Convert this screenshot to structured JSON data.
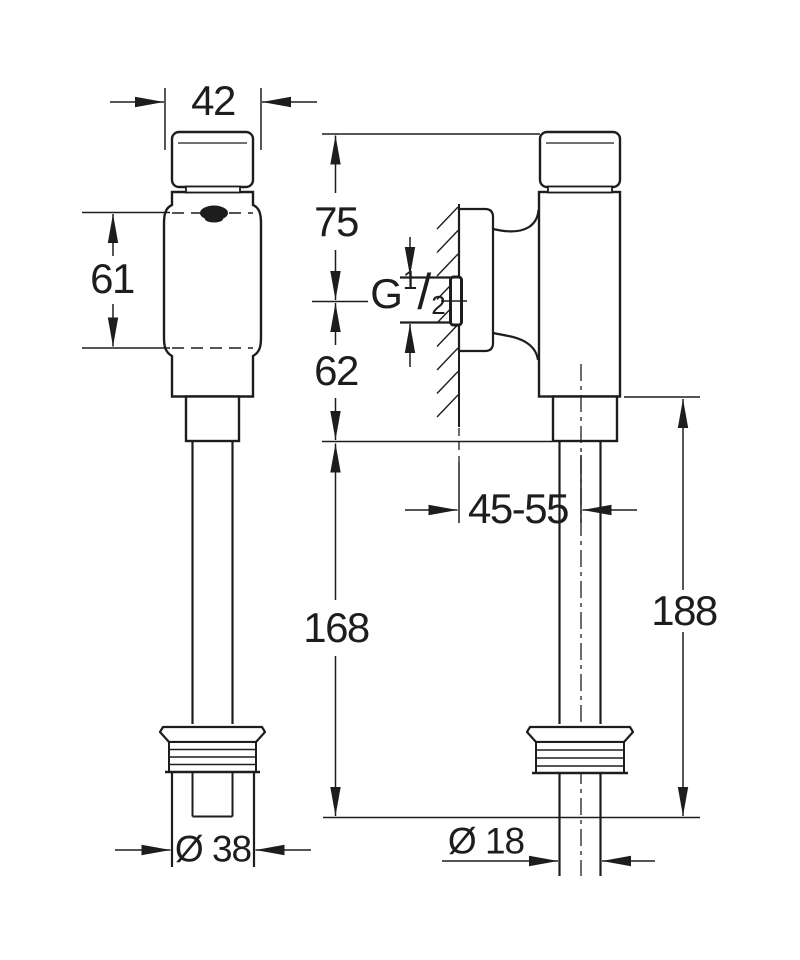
{
  "drawing": {
    "type": "technical-dimension-drawing",
    "views": [
      "front-view",
      "side-view"
    ]
  },
  "colors": {
    "line": "#1d1d1d",
    "background": "#ffffff"
  },
  "dimension_labels": {
    "width_top": "42",
    "height_body": "61",
    "top_to_inlet": "75",
    "inlet_to_outlet": "62",
    "wall_to_outlet": "45-55",
    "outlet_length_left_view": "168",
    "outlet_length_right_view": "188",
    "diameter_left_outlet": "Ø 38",
    "diameter_right_outlet": "Ø 18",
    "thread_size": {
      "letter": "G",
      "numerator": "1",
      "slash": "/",
      "denominator": "2"
    }
  }
}
